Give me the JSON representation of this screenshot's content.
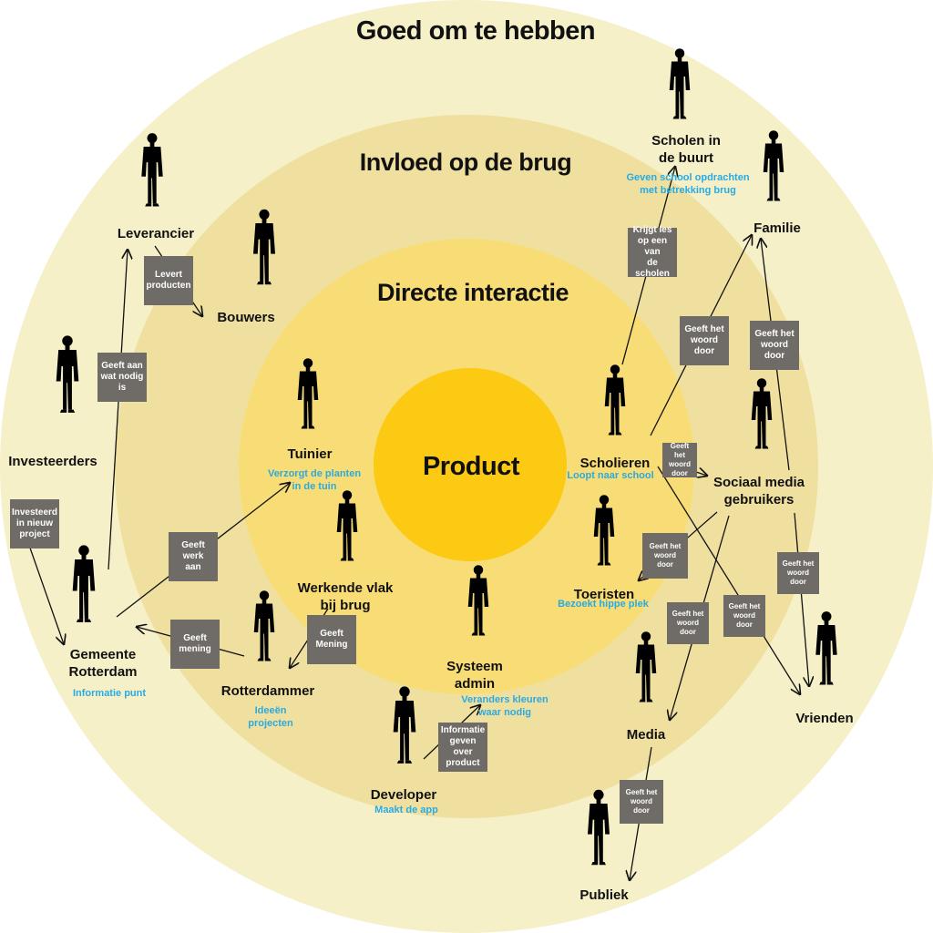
{
  "colors": {
    "outer": "#f5f0c8",
    "mid": "#f0e0a0",
    "inner": "#f8dd76",
    "core": "#fcc913",
    "box": "#6f6b66",
    "note": "#29aae2"
  },
  "rings": {
    "outer": "Goed om te hebben",
    "mid": "Invloed op de brug",
    "inner": "Directe interactie",
    "core": "Product"
  },
  "actors": [
    {
      "id": "scholen",
      "label": "Scholen in\nde buurt",
      "note": "Geven school opdrachten\nmet betrekking brug"
    },
    {
      "id": "familie",
      "label": "Familie",
      "note": ""
    },
    {
      "id": "leverancier",
      "label": "Leverancier",
      "note": ""
    },
    {
      "id": "bouwers",
      "label": "Bouwers",
      "note": ""
    },
    {
      "id": "investeerders",
      "label": "Investeerders",
      "note": ""
    },
    {
      "id": "gemeente",
      "label": "Gemeente\nRotterdam",
      "note": "Informatie punt"
    },
    {
      "id": "tuinier",
      "label": "Tuinier",
      "note": "Verzorgt de planten\nin de tuin"
    },
    {
      "id": "werkende",
      "label": "Werkende vlak\nbij brug",
      "note": ""
    },
    {
      "id": "rotterdammer",
      "label": "Rotterdammer",
      "note": "Ideeën\nprojecten"
    },
    {
      "id": "systeem",
      "label": "Systeem\nadmin",
      "note": "Veranders kleuren\nwaar nodig"
    },
    {
      "id": "developer",
      "label": "Developer",
      "note": "Maakt de app"
    },
    {
      "id": "scholieren",
      "label": "Scholieren",
      "note": "Loopt naar school"
    },
    {
      "id": "sociaal",
      "label": "Sociaal media\ngebruikers",
      "note": ""
    },
    {
      "id": "toeristen",
      "label": "Toeristen",
      "note": "Bezoekt hippe plek"
    },
    {
      "id": "media",
      "label": "Media",
      "note": ""
    },
    {
      "id": "vrienden",
      "label": "Vrienden",
      "note": ""
    },
    {
      "id": "publiek",
      "label": "Publiek",
      "note": ""
    }
  ],
  "relations": [
    {
      "id": "levert",
      "label": "Levert\nproducten"
    },
    {
      "id": "geeft-aan",
      "label": "Geeft aan\nwat nodig\nis"
    },
    {
      "id": "investeerd",
      "label": "Investeerd\nin nieuw\nproject"
    },
    {
      "id": "geeft-werk",
      "label": "Geeft werk\naan"
    },
    {
      "id": "geeft-mening-1",
      "label": "Geeft\nmening"
    },
    {
      "id": "geeft-mening-2",
      "label": "Geeft\nMening"
    },
    {
      "id": "informatie",
      "label": "Informatie\ngeven over\nproduct"
    },
    {
      "id": "krijgt-les",
      "label": "Krijgt les\nop een van\nde scholen"
    },
    {
      "id": "woord-1",
      "label": "Geeft het\nwoord\ndoor"
    },
    {
      "id": "woord-2",
      "label": "Geeft het\nwoord\ndoor"
    },
    {
      "id": "woord-3",
      "label": "Geeft het\nwoord\ndoor"
    },
    {
      "id": "woord-4",
      "label": "Geeft het\nwoord\ndoor"
    },
    {
      "id": "woord-5",
      "label": "Geeft het\nwoord\ndoor"
    },
    {
      "id": "woord-6",
      "label": "Geeft het\nwoord\ndoor"
    },
    {
      "id": "woord-7",
      "label": "Geeft het\nwoord\ndoor"
    },
    {
      "id": "woord-8",
      "label": "Geeft het\nwoord\ndoor"
    }
  ]
}
